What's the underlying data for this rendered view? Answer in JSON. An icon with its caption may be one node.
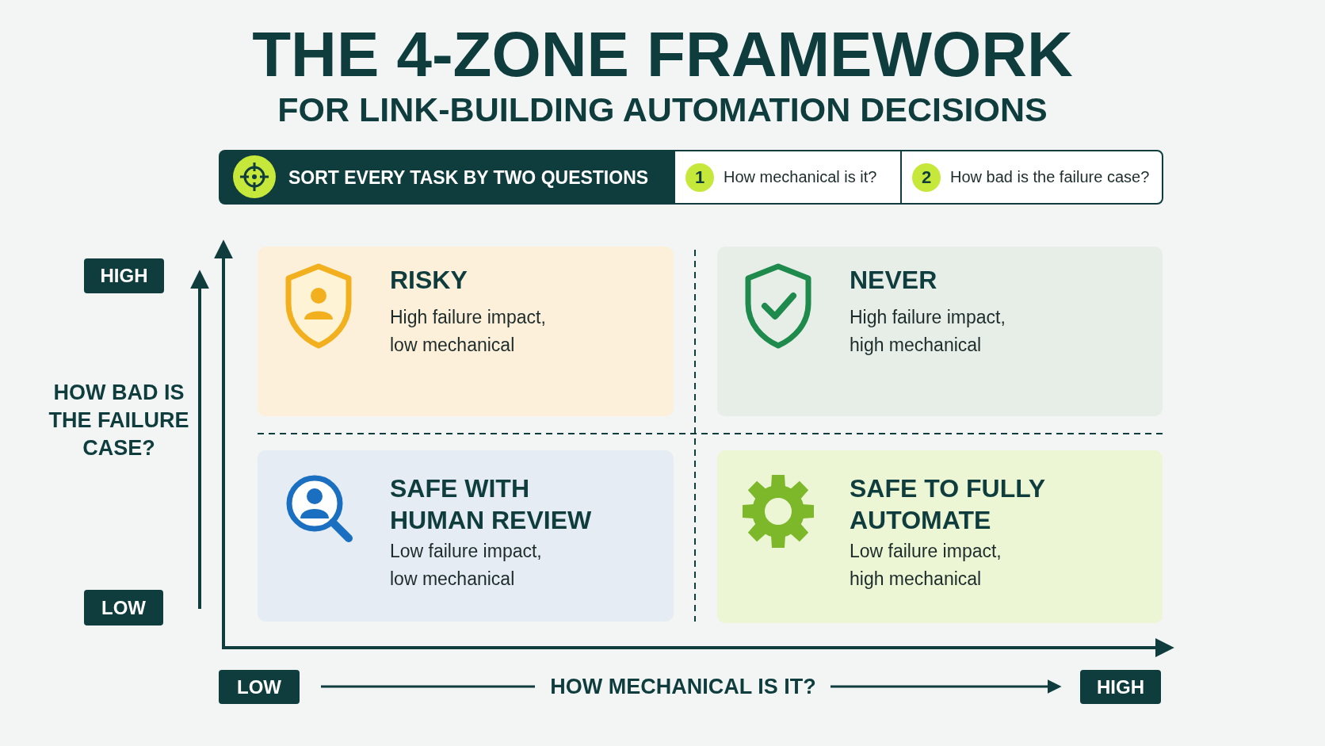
{
  "diagram": {
    "title": "THE 4-ZONE FRAMEWORK",
    "nodes": [
      {
        "text": [
          "SORT EVERY TASK BY TWO QUESTIONS"
        ]
      },
      {
        "text": [
          "1",
          "How mechanical is it?"
        ]
      },
      {
        "text": [
          "2",
          "How bad is the failure case?"
        ]
      },
      {
        "text": [
          "HIGH"
        ]
      },
      {
        "text": [
          "LOW"
        ]
      },
      {
        "text": [
          "RISKY",
          "High failure impact, low mechanical"
        ]
      },
      {
        "text": [
          "NEVER",
          "High failure impact, high mechanical"
        ]
      },
      {
        "text": [
          "SAFE WITH HUMAN REVIEW",
          "Low failure impact, low mechanical"
        ]
      },
      {
        "text": [
          "SAFE TO FULLY AUTOMATE",
          "Low failure impact, high mechanical"
        ]
      },
      {
        "text": [
          "LOW"
        ]
      },
      {
        "text": [
          "HIGH"
        ]
      }
    ],
    "labels": [
      "FOR LINK-BUILDING AUTOMATION DECISIONS",
      "HOW BAD IS THE FAILURE CASE?",
      "HOW MECHANICAL IS IT?"
    ]
  }
}
